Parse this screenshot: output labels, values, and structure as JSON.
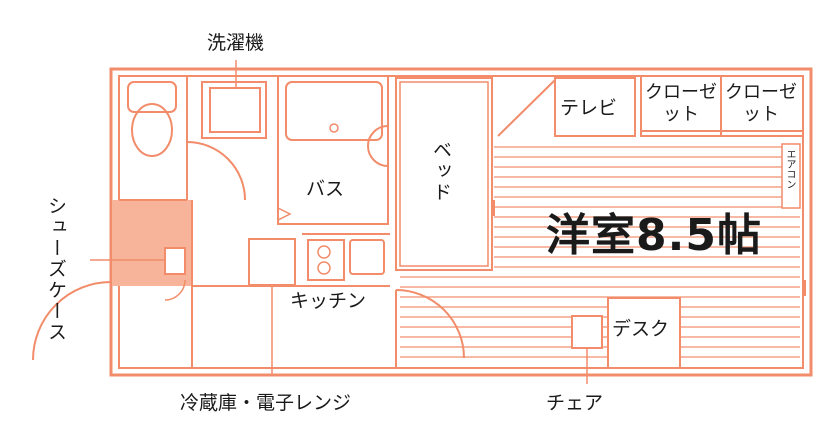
{
  "colors": {
    "wall": "#f28c6a",
    "floor_line": "#f5a286",
    "shoe_fill": "#f7b49b",
    "text": "#1a1a1a"
  },
  "labels": {
    "washing_machine": "洗濯機",
    "bath": "バス",
    "bed": "ベッド",
    "tv": "テレビ",
    "closet_1": "クローゼット",
    "closet_2": "クローゼット",
    "aircon": "エアコン",
    "room": "洋室8.5帖",
    "shoe_case": "シューズケース",
    "kitchen": "キッチン",
    "desk": "デスク",
    "fridge_microwave": "冷蔵庫・電子レンジ",
    "chair": "チェア"
  }
}
